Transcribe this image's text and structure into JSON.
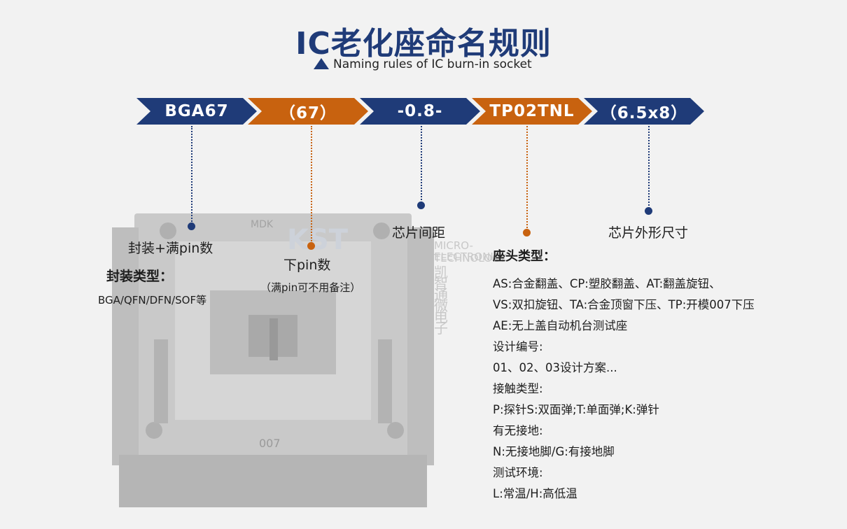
{
  "header": {
    "title": "IC老化座命名规则",
    "subtitle": "Naming rules of IC burn-in socket"
  },
  "segments": [
    {
      "label": "BGA67",
      "color": "#1f3b78"
    },
    {
      "label": "（67）",
      "color": "#c8620f"
    },
    {
      "label": "-0.8-",
      "color": "#1f3b78"
    },
    {
      "label": "TP02TNL",
      "color": "#c8620f"
    },
    {
      "label": "（6.5x8）",
      "color": "#1f3b78"
    }
  ],
  "labels": {
    "package_pin": "封装+满pin数",
    "package_type_title": "封装类型：",
    "package_type_values": "BGA/QFN/DFN/SOF等",
    "lower_pin": "下pin数",
    "lower_pin_note": "（满pin可不用备注）",
    "pitch": "芯片间距",
    "chip_size": "芯片外形尺寸"
  },
  "details": {
    "lines": [
      "座头类型：",
      "AS:合金翻盖、CP:塑胶翻盖、AT:翻盖旋钮、",
      "VS:双扣旋钮、TA:合金顶窗下压、TP:开模007下压",
      "AE:无上盖自动机台测试座",
      "设计编号:",
      "01、02、03设计方案...",
      "接触类型:",
      "P:探针S:双面弹;T:单面弹;K:弹针",
      "有无接地:",
      "N:无接地脚/G:有接地脚",
      "测试环境:",
      "L:常温/H:高低温"
    ]
  },
  "watermark": {
    "line1": "MICRO-ELECTRONIC",
    "line2": "TECHNOLOGY",
    "letters": "KST",
    "chinese": "凯智通微电子"
  },
  "photo": {
    "marking": "007",
    "brand": "MDK"
  },
  "colors": {
    "navy": "#1f3b78",
    "orange": "#c8620f",
    "background": "#f2f2f2"
  }
}
